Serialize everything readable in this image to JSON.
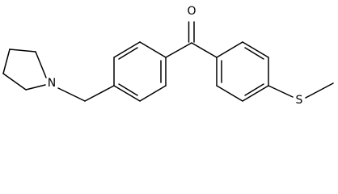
{
  "molecule": {
    "atoms": {
      "oxygen": "O",
      "nitrogen": "N",
      "sulfur": "S"
    }
  }
}
